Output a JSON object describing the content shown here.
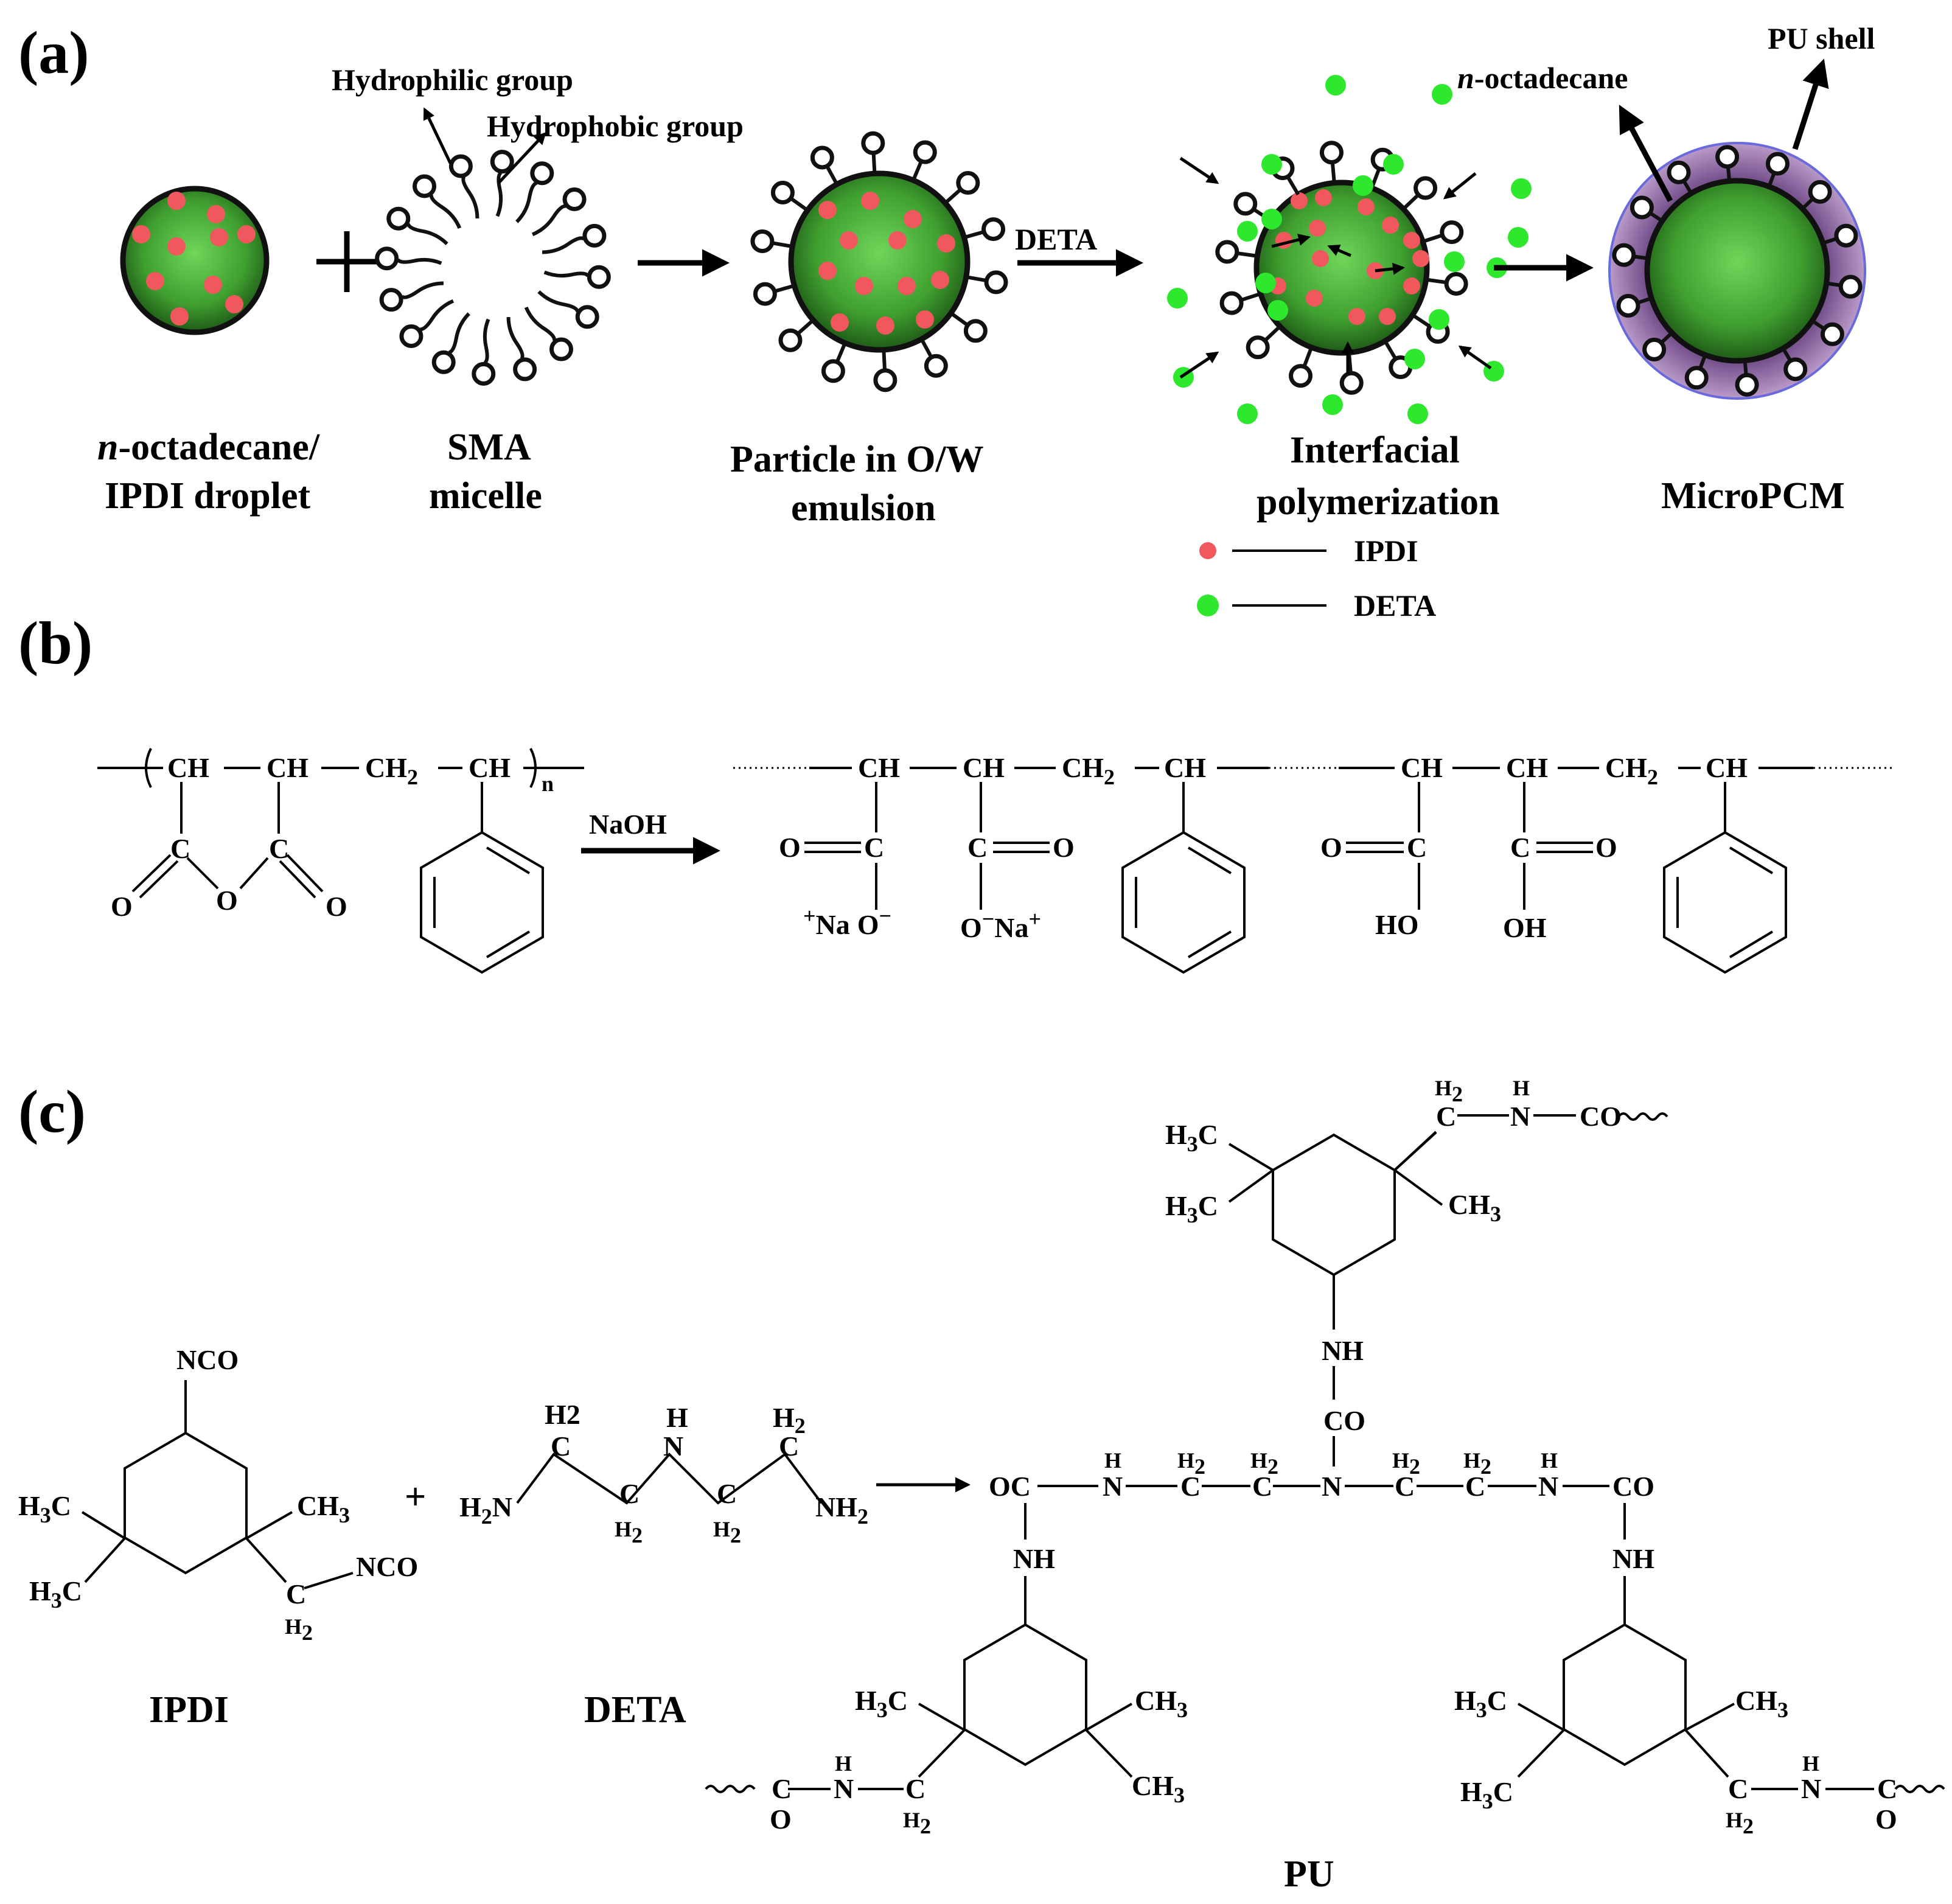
{
  "panels": {
    "a": {
      "label": "(a)",
      "hydrophilic_label": "Hydrophilic group",
      "hydrophobic_label": "Hydrophobic group",
      "droplet_caption_1": "n-octadecane/",
      "droplet_caption_1_italic": "n",
      "droplet_caption_1_rest": "-octadecane/",
      "droplet_caption_2": "IPDI droplet",
      "micelle_caption_1": "SMA",
      "micelle_caption_2": "micelle",
      "particle_caption_1": "Particle in O/W",
      "particle_caption_2": "emulsion",
      "deta_arrow_label": "DETA",
      "interfacial_caption_1": "Interfacial",
      "interfacial_caption_2": "polymerization",
      "octadecane_label_italic": "n",
      "octadecane_label_rest": "-octadecane",
      "pu_shell_label": "PU shell",
      "micropcm_caption": "MicroPCM",
      "legend": [
        {
          "label": "IPDI",
          "color": "#f0585e"
        },
        {
          "label": "DETA",
          "color": "#2ee82e"
        }
      ]
    },
    "b": {
      "label": "(b)",
      "reagent": "NaOH"
    },
    "c": {
      "label": "(c)",
      "ipdi_name": "IPDI",
      "deta_name": "DETA",
      "product_name": "PU"
    }
  },
  "colors": {
    "core_green": "#3a9a2a",
    "core_light": "#5cc84a",
    "ipdi_red": "#f0585e",
    "deta_green": "#2ee82e",
    "shell_purple": "#8b5e9e"
  }
}
